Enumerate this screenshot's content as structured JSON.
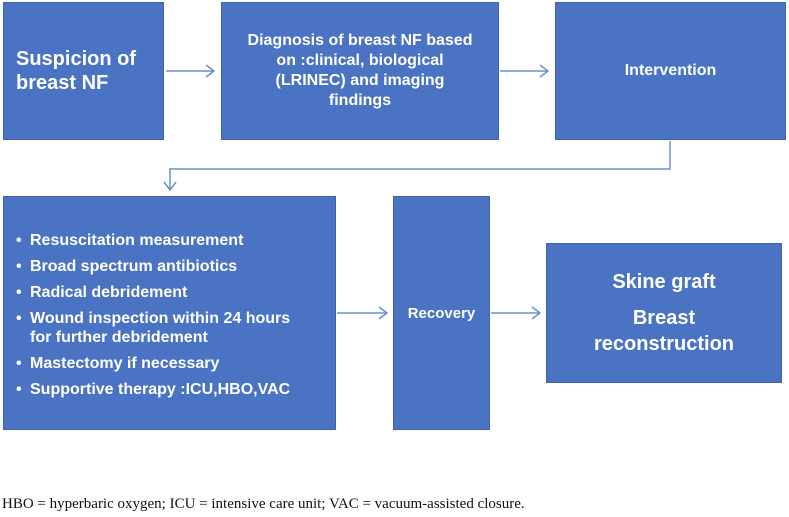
{
  "boxes": {
    "suspicion": {
      "line1": "Suspicion of",
      "line2": "breast NF"
    },
    "diagnosis": {
      "line1": "Diagnosis of breast NF  based",
      "line2": "on :clinical, biological",
      "line3": "(LRINEC)  and imaging",
      "line4": "findings"
    },
    "intervention": {
      "label": "Intervention"
    },
    "actions": {
      "items": [
        "Resuscitation measurement",
        "Broad spectrum antibiotics",
        "Radical debridement",
        "Wound inspection within 24 hours for further debridement",
        "Mastectomy if necessary",
        "Supportive therapy :ICU,HBO,VAC"
      ]
    },
    "recovery": {
      "label": "Recovery"
    },
    "outcome": {
      "line1": "Skine graft",
      "line2": "Breast",
      "line3": "reconstruction"
    }
  },
  "footnote": "HBO = hyperbaric oxygen; ICU = intensive care unit; VAC = vacuum-assisted closure.",
  "colors": {
    "box_fill": "#4a73c4",
    "arrow": "#6f8fce",
    "text": "#ffffff"
  }
}
